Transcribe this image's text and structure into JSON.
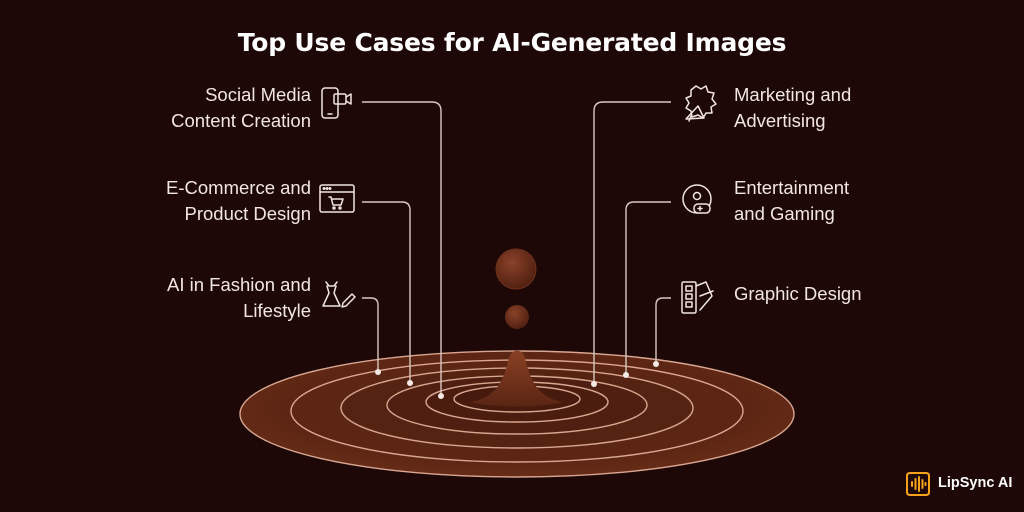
{
  "title": "Top Use Cases for AI-Generated Images",
  "colors": {
    "background": "#1d0807",
    "ripple_fill": "#5a2513",
    "ripple_stroke": "#d9a791",
    "connector": "#d9c7c0",
    "text": "#f1e6e2",
    "brand_accent": "#f6a21a"
  },
  "use_cases": [
    {
      "id": "social",
      "icon": "mobile-video-icon",
      "lines": [
        "Social Media",
        "Content Creation"
      ]
    },
    {
      "id": "ecommerce",
      "icon": "browser-cart-icon",
      "lines": [
        "E-Commerce and",
        "Product Design"
      ]
    },
    {
      "id": "fashion",
      "icon": "dress-pencil-icon",
      "lines": [
        "AI in Fashion and",
        "Lifestyle"
      ]
    },
    {
      "id": "marketing",
      "icon": "megaphone-icon",
      "lines": [
        "Marketing and",
        "Advertising"
      ]
    },
    {
      "id": "entertainment",
      "icon": "gamepad-disc-icon",
      "lines": [
        "Entertainment",
        "and Gaming"
      ]
    },
    {
      "id": "graphic",
      "icon": "color-swatch-icon",
      "lines": [
        "Graphic Design"
      ]
    }
  ],
  "brand": {
    "name": "LipSync AI",
    "icon": "lipsync-logo-icon"
  }
}
